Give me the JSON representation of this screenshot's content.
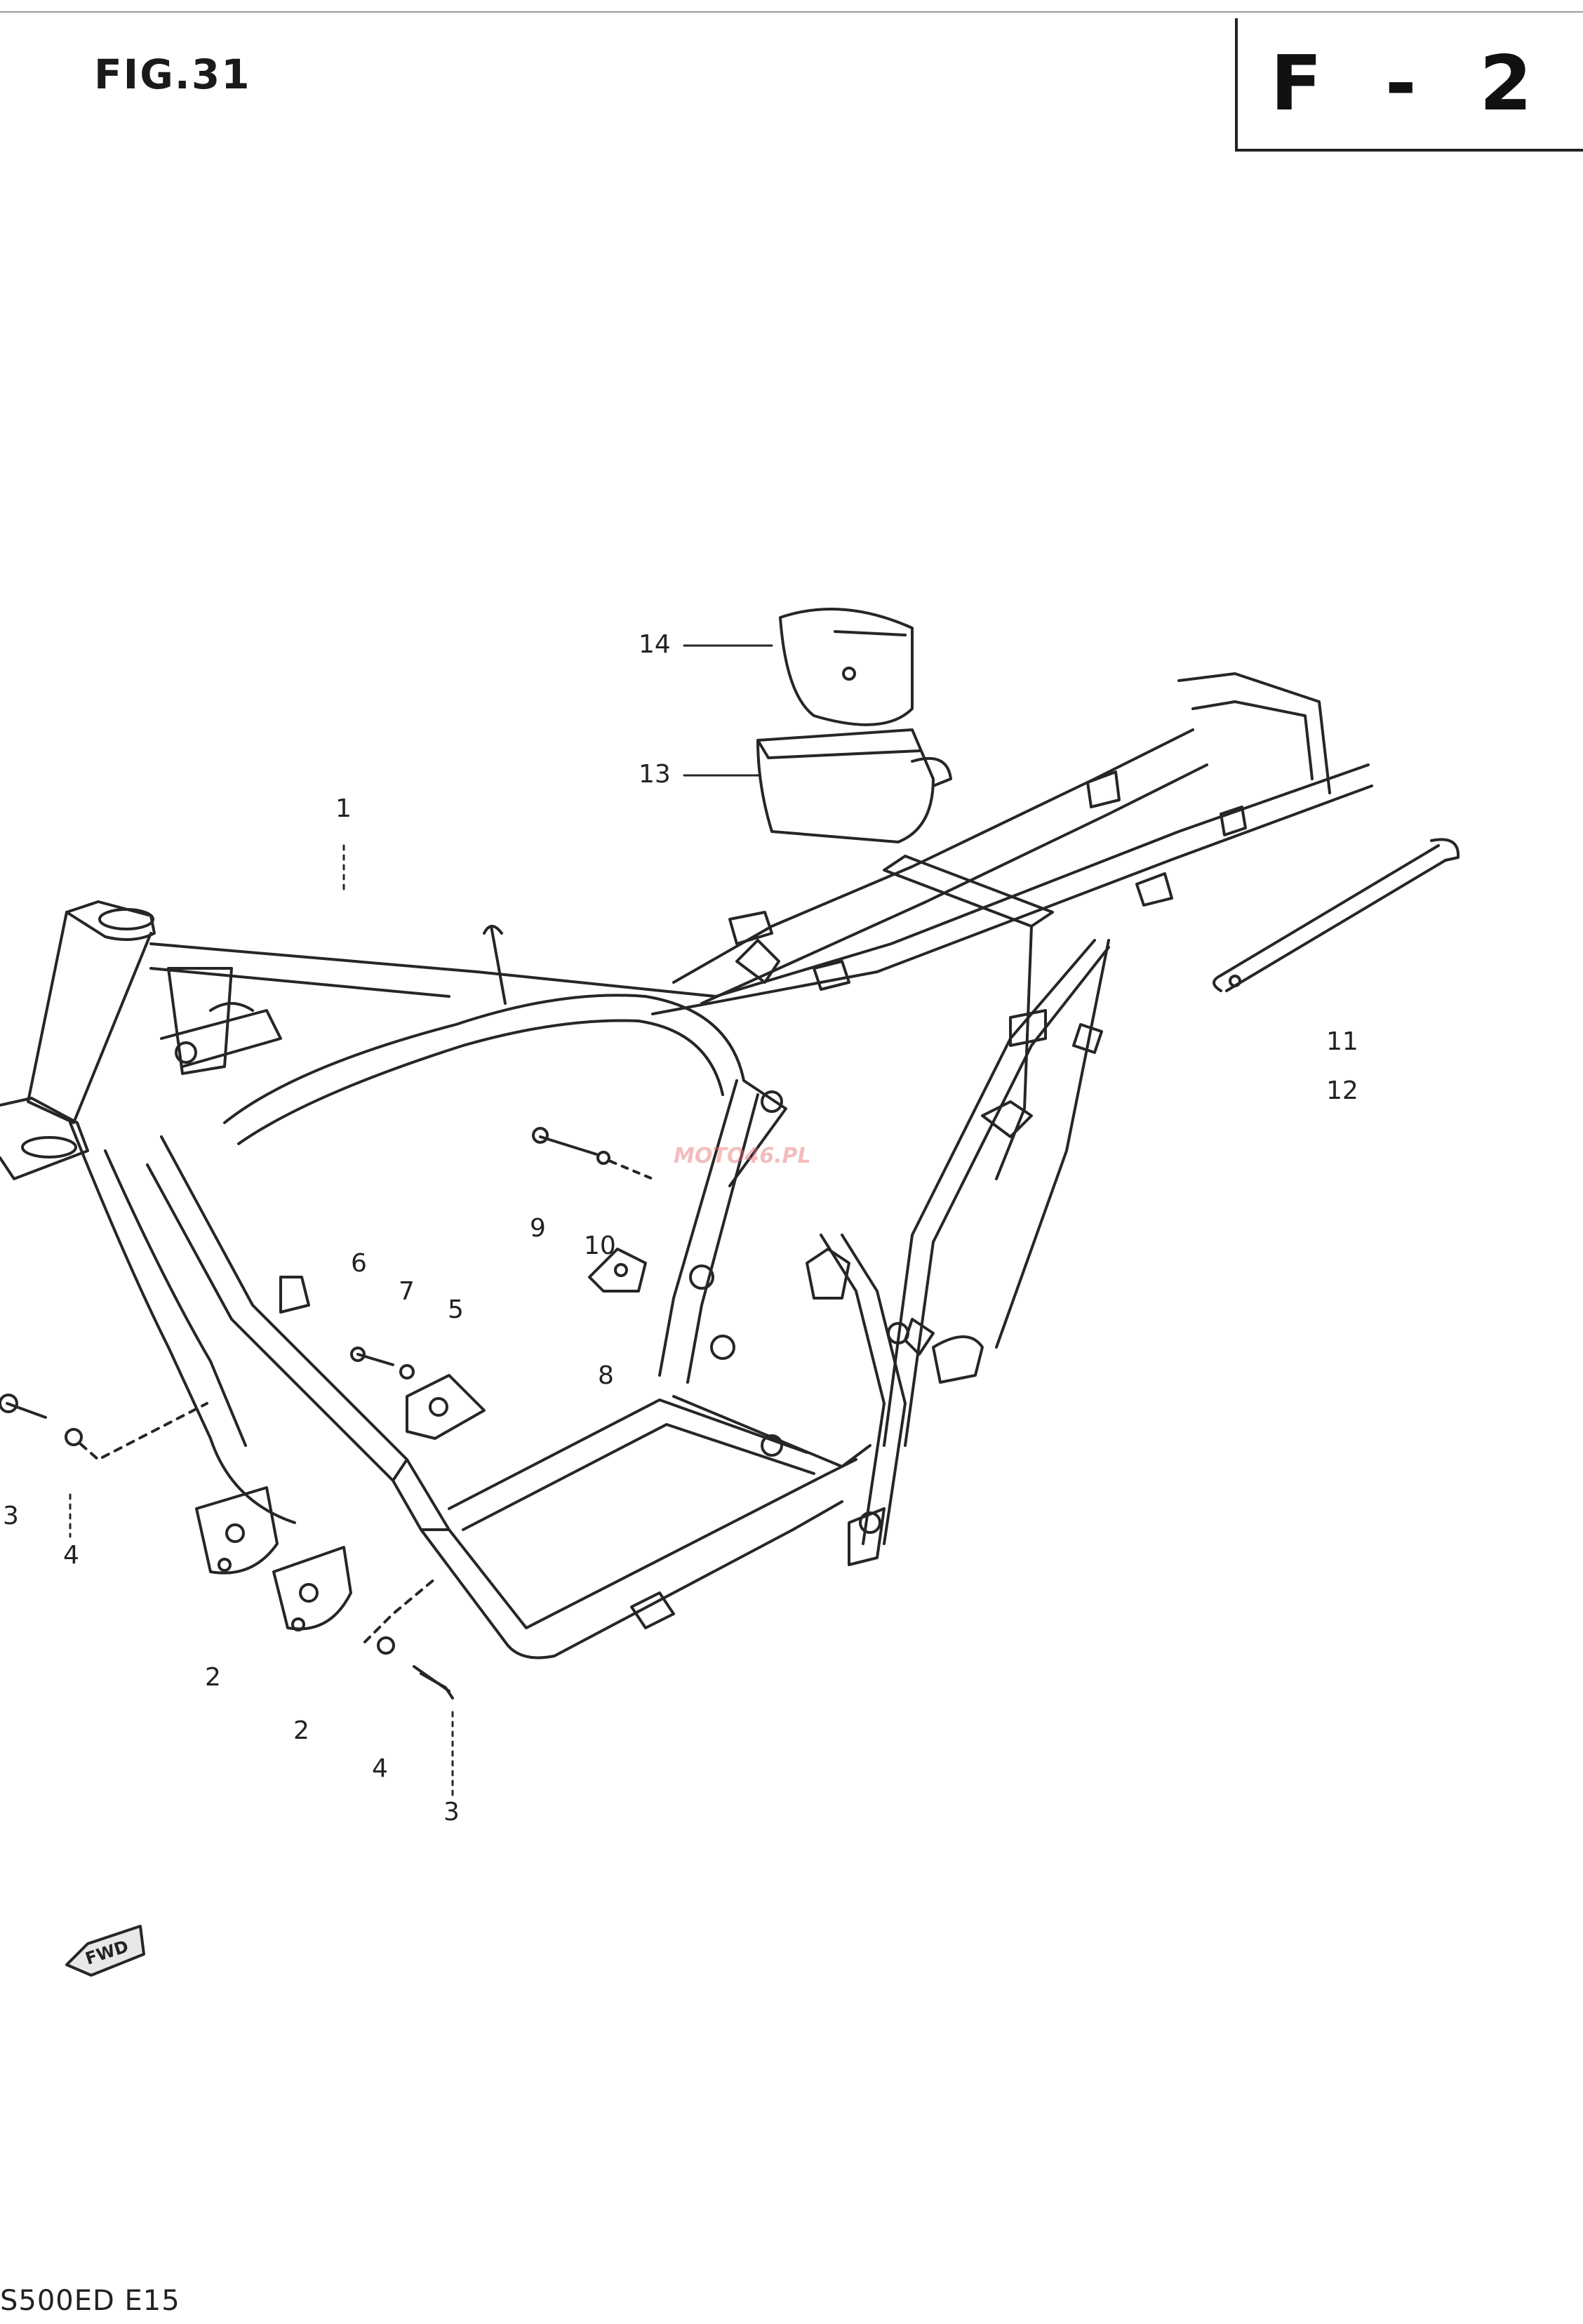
{
  "header": {
    "figure_title": "FIG.31",
    "section_code": "F - 2"
  },
  "watermark_text": "MOTO46.PL",
  "callouts": [
    {
      "id": "c14",
      "label": "14"
    },
    {
      "id": "c13",
      "label": "13"
    },
    {
      "id": "c1",
      "label": "1"
    },
    {
      "id": "c11",
      "label": "11"
    },
    {
      "id": "c12",
      "label": "12"
    },
    {
      "id": "c9",
      "label": "9"
    },
    {
      "id": "c10",
      "label": "10"
    },
    {
      "id": "c6",
      "label": "6"
    },
    {
      "id": "c7",
      "label": "7"
    },
    {
      "id": "c5",
      "label": "5"
    },
    {
      "id": "c8",
      "label": "8"
    },
    {
      "id": "c3a",
      "label": "3"
    },
    {
      "id": "c4a",
      "label": "4"
    },
    {
      "id": "c2a",
      "label": "2"
    },
    {
      "id": "c2b",
      "label": "2"
    },
    {
      "id": "c4b",
      "label": "4"
    },
    {
      "id": "c3b",
      "label": "3"
    }
  ],
  "fwd_arrow_label": "FWD",
  "footer": {
    "model_code": "S500ED E15"
  }
}
